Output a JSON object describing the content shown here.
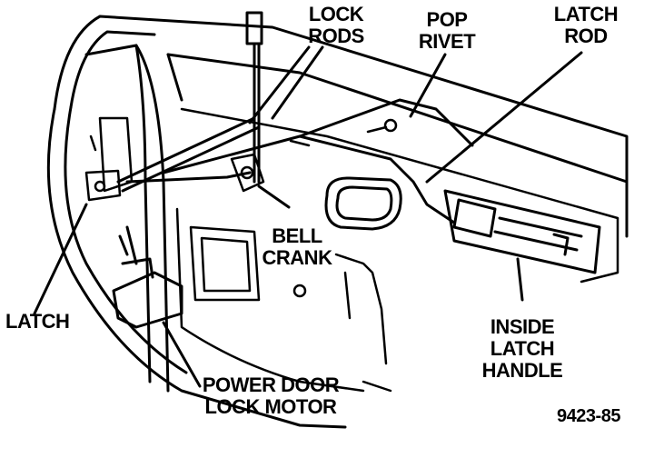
{
  "labels": {
    "lock_rods": [
      "LOCK",
      "RODS"
    ],
    "pop_rivet": [
      "POP",
      "RIVET"
    ],
    "latch_rod": [
      "LATCH",
      "ROD"
    ],
    "bell_crank": [
      "BELL",
      "CRANK"
    ],
    "latch": "LATCH",
    "inside_latch_handle": [
      "INSIDE",
      "LATCH",
      "HANDLE"
    ],
    "power_door_lock_motor": [
      "POWER DOOR",
      "LOCK MOTOR"
    ],
    "figure_number": "9423-85"
  },
  "colors": {
    "ink": "#000000",
    "paper": "#ffffff"
  }
}
